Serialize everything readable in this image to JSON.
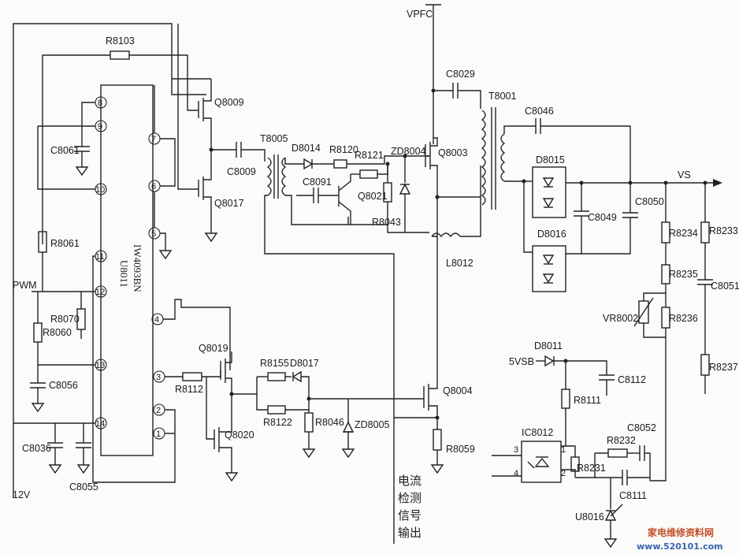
{
  "ic_main": {
    "ref": "U8011",
    "part": "IW4093BN",
    "pins": [
      "8",
      "9",
      "10",
      "11",
      "12",
      "13",
      "14",
      "7",
      "6",
      "5",
      "4",
      "3",
      "2",
      "1"
    ]
  },
  "nets": {
    "vpfc": "VPFC",
    "vs": "VS",
    "pwm": "PWM",
    "v12": "12V",
    "vsb5": "5VSB"
  },
  "components": {
    "R8103": "R8103",
    "R8061": "R8061",
    "R8070": "R8070",
    "R8060": "R8060",
    "C8061": "C8061",
    "C8056": "C8056",
    "C8036": "C8036",
    "C8055": "C8055",
    "Q8009": "Q8009",
    "Q8017": "Q8017",
    "C8009": "C8009",
    "T8005": "T8005",
    "D8014": "D8014",
    "R8120": "R8120",
    "R8121": "R8121",
    "ZD8004": "ZD8004",
    "C8091": "C8091",
    "Q8021": "Q8021",
    "R8043": "R8043",
    "Q8003": "Q8003",
    "C8029": "C8029",
    "T8001": "T8001",
    "C8046": "C8046",
    "L8012": "L8012",
    "D8015": "D8015",
    "D8016": "D8016",
    "C8049": "C8049",
    "C8050": "C8050",
    "R8234": "R8234",
    "R8233": "R8233",
    "R8235": "R8235",
    "C8051": "C8051",
    "VR8002": "VR8002",
    "R8236": "R8236",
    "R8237": "R8237",
    "Q8019": "Q8019",
    "R8112": "R8112",
    "R8155": "R8155",
    "D8017": "D8017",
    "R8122": "R8122",
    "R8046": "R8046",
    "ZD8005": "ZD8005",
    "Q8020": "Q8020",
    "Q8004": "Q8004",
    "R8059": "R8059",
    "D8011": "D8011",
    "C8112": "C8112",
    "R8111": "R8111",
    "IC8012": "IC8012",
    "R8231": "R8231",
    "R8232": "R8232",
    "C8052": "C8052",
    "C8111": "C8111",
    "U8016": "U8016"
  },
  "opto_pins": [
    "3",
    "4",
    "1",
    "2"
  ],
  "annotation": [
    "电流",
    "检测",
    "信号",
    "输出"
  ],
  "watermark": {
    "text1": "家电维修资料网",
    "text2": "www.520101.com"
  }
}
